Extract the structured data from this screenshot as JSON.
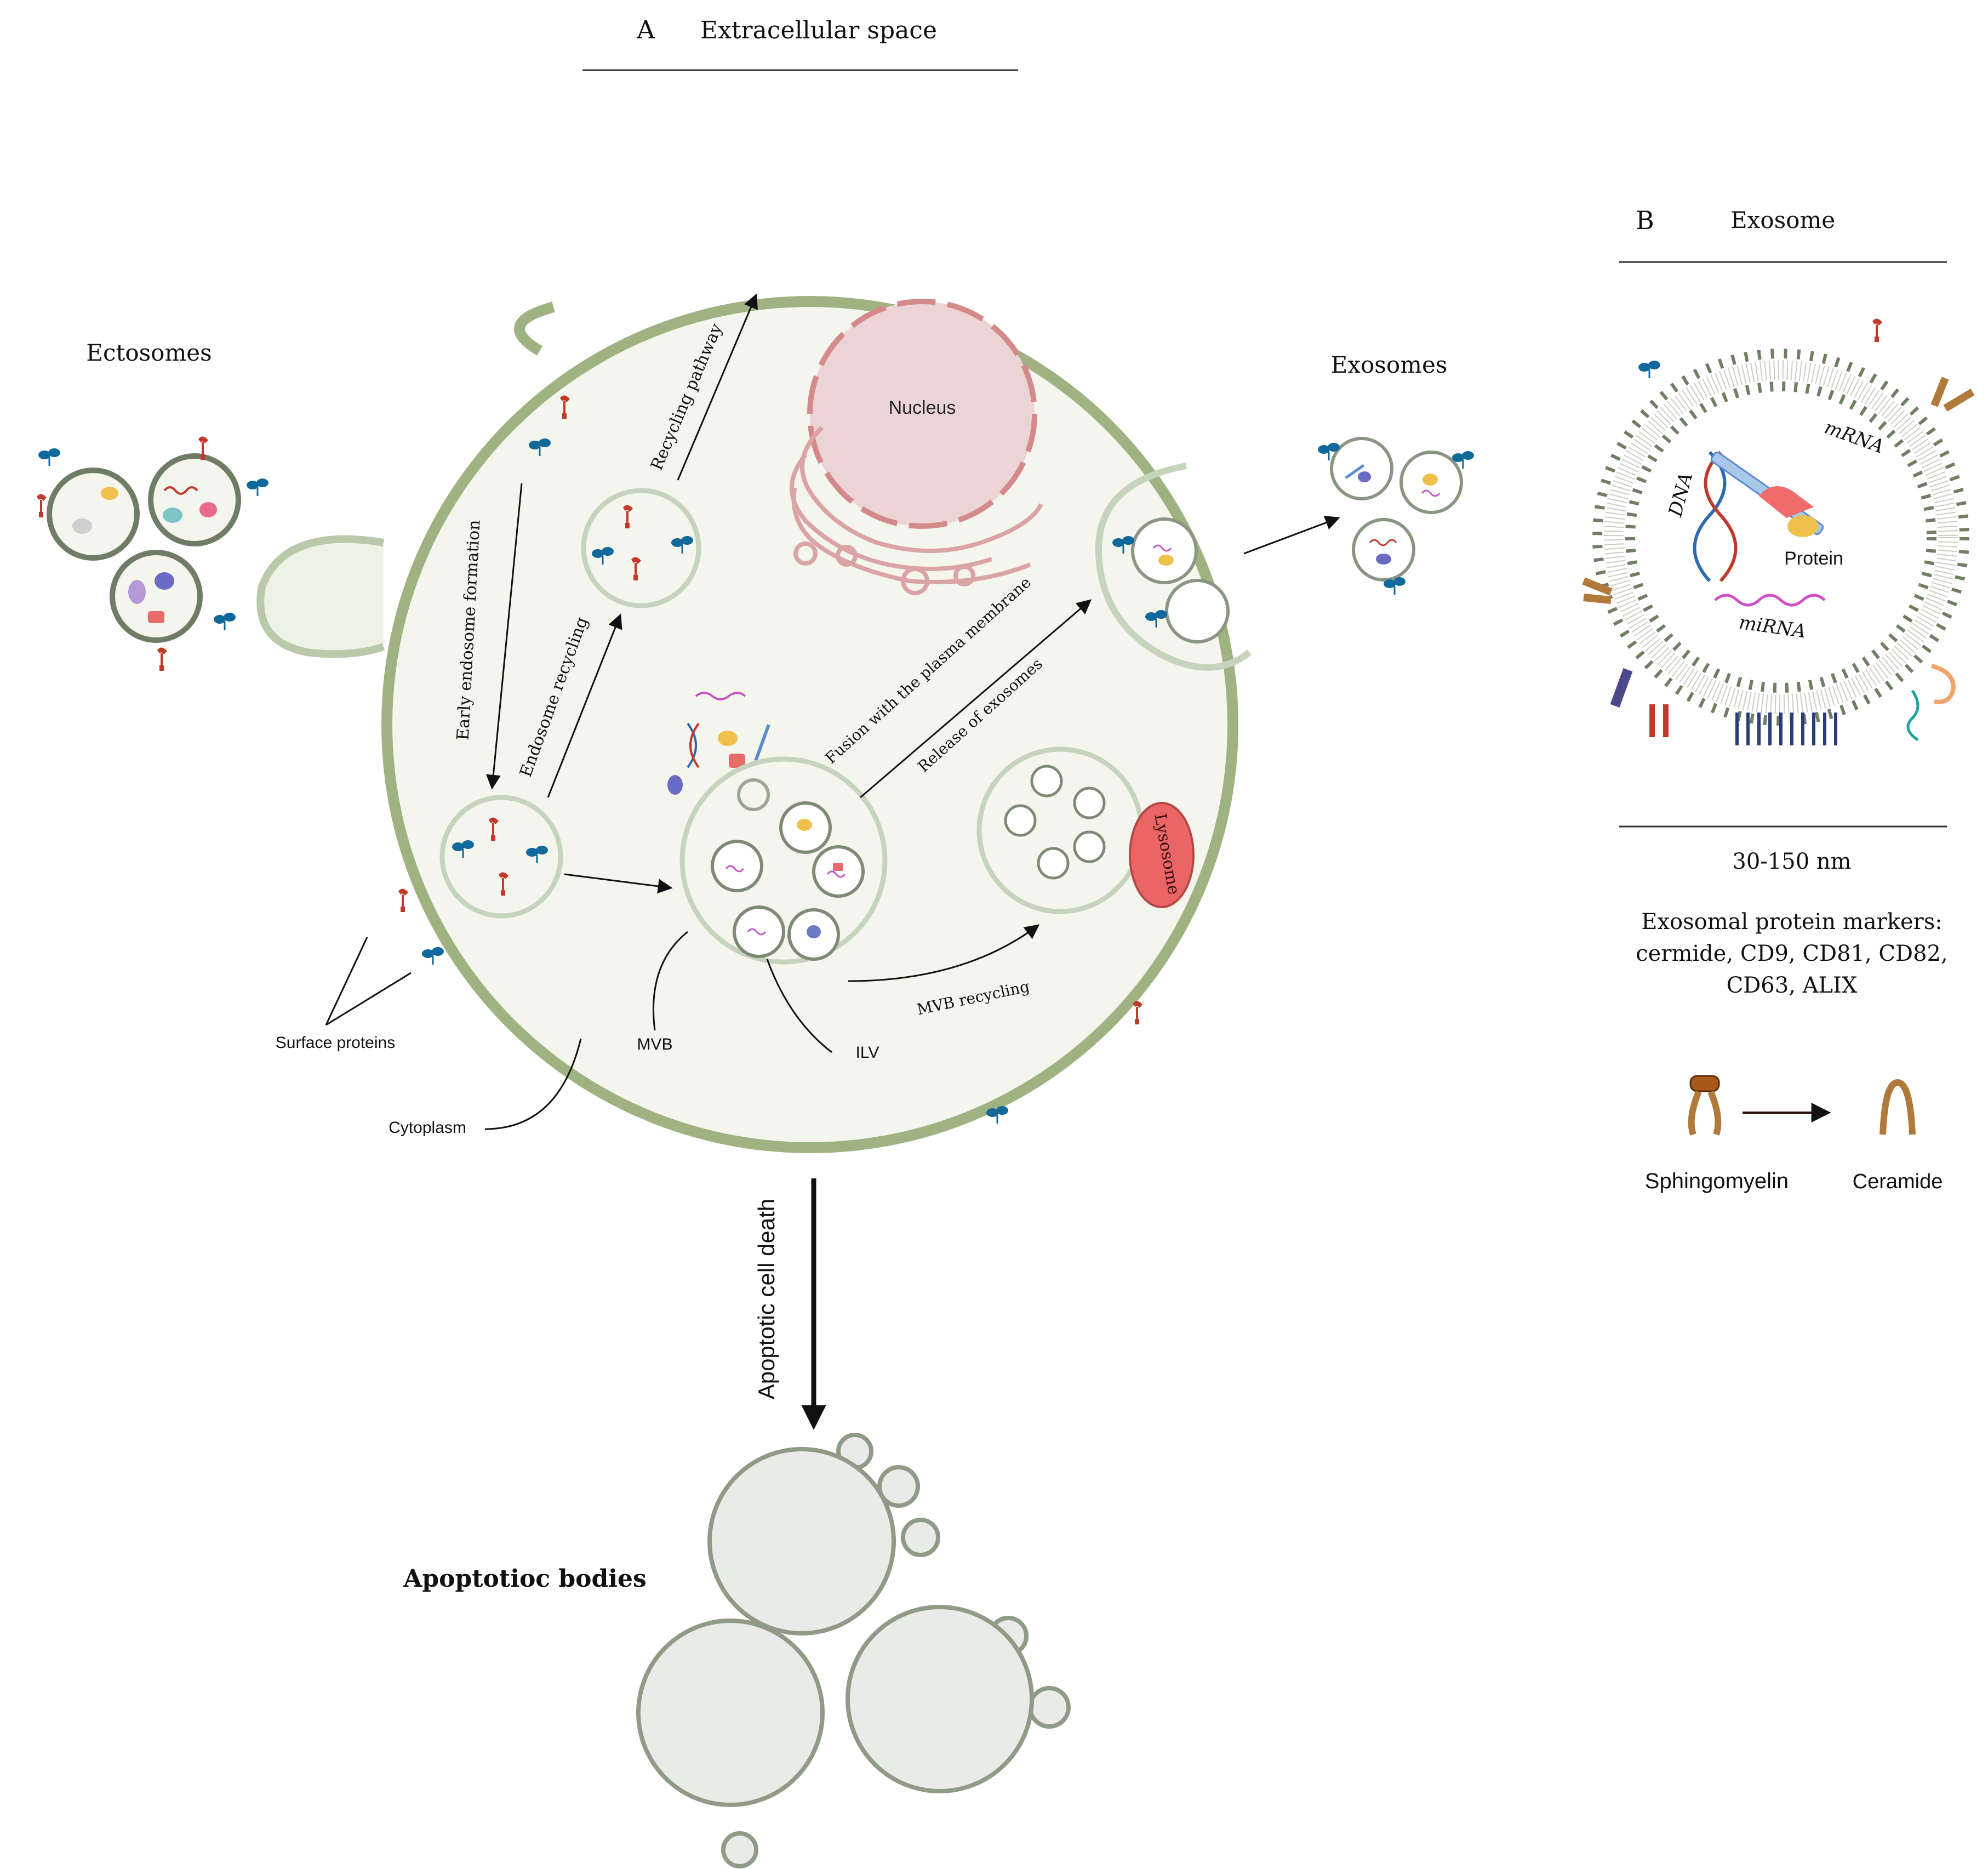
{
  "panel_a": {
    "letter": "A",
    "title": "Extracellular space",
    "ectosomes": "Ectosomes",
    "exosomes": "Exosomes",
    "nucleus": "Nucleus",
    "recycling_pathway": "Recycling pathway",
    "early_endosome_formation": "Early endosome formation",
    "endosome_recycling": "Endosome recycling",
    "fusion_plasma_membrane": "Fusion with the plasma membrane",
    "release_of_exosomes": "Release of exosomes",
    "lysosome": "Lysosome",
    "mvb": "MVB",
    "ilv": "ILV",
    "mvb_recycling": "MVB recycling",
    "surface_proteins": "Surface proteins",
    "cytoplasm": "Cytoplasm",
    "apoptotic_cell_death": "Apoptotic cell death",
    "apoptotic_bodies": "Apoptotioc bodies"
  },
  "panel_b": {
    "letter": "B",
    "title": "Exosome",
    "mrna": "mRNA",
    "dna": "DNA",
    "protein": "Protein",
    "mirna": "miRNA",
    "size": "30-150 nm",
    "markers_line1": "Exosomal protein markers:",
    "markers_line2": "cermide, CD9, CD81, CD82,",
    "markers_line3": "CD63, ALIX",
    "sphingomyelin": "Sphingomyelin",
    "ceramide": "Ceramide"
  },
  "colors": {
    "membrane": "#9fb382",
    "cell_fill": "#f4f5ec",
    "vesicle_stroke": "#c6d3bd",
    "nucleus_fill": "#ecd4d4",
    "nucleus_stroke": "#d48a8a",
    "lysosome": "#e96566",
    "protein_blue": "#11699b",
    "protein_red": "#c0392b",
    "apoptotic_fill": "#e8ebe7",
    "apoptotic_stroke": "#8f9b86",
    "lipid_head": "#6f7f64"
  }
}
